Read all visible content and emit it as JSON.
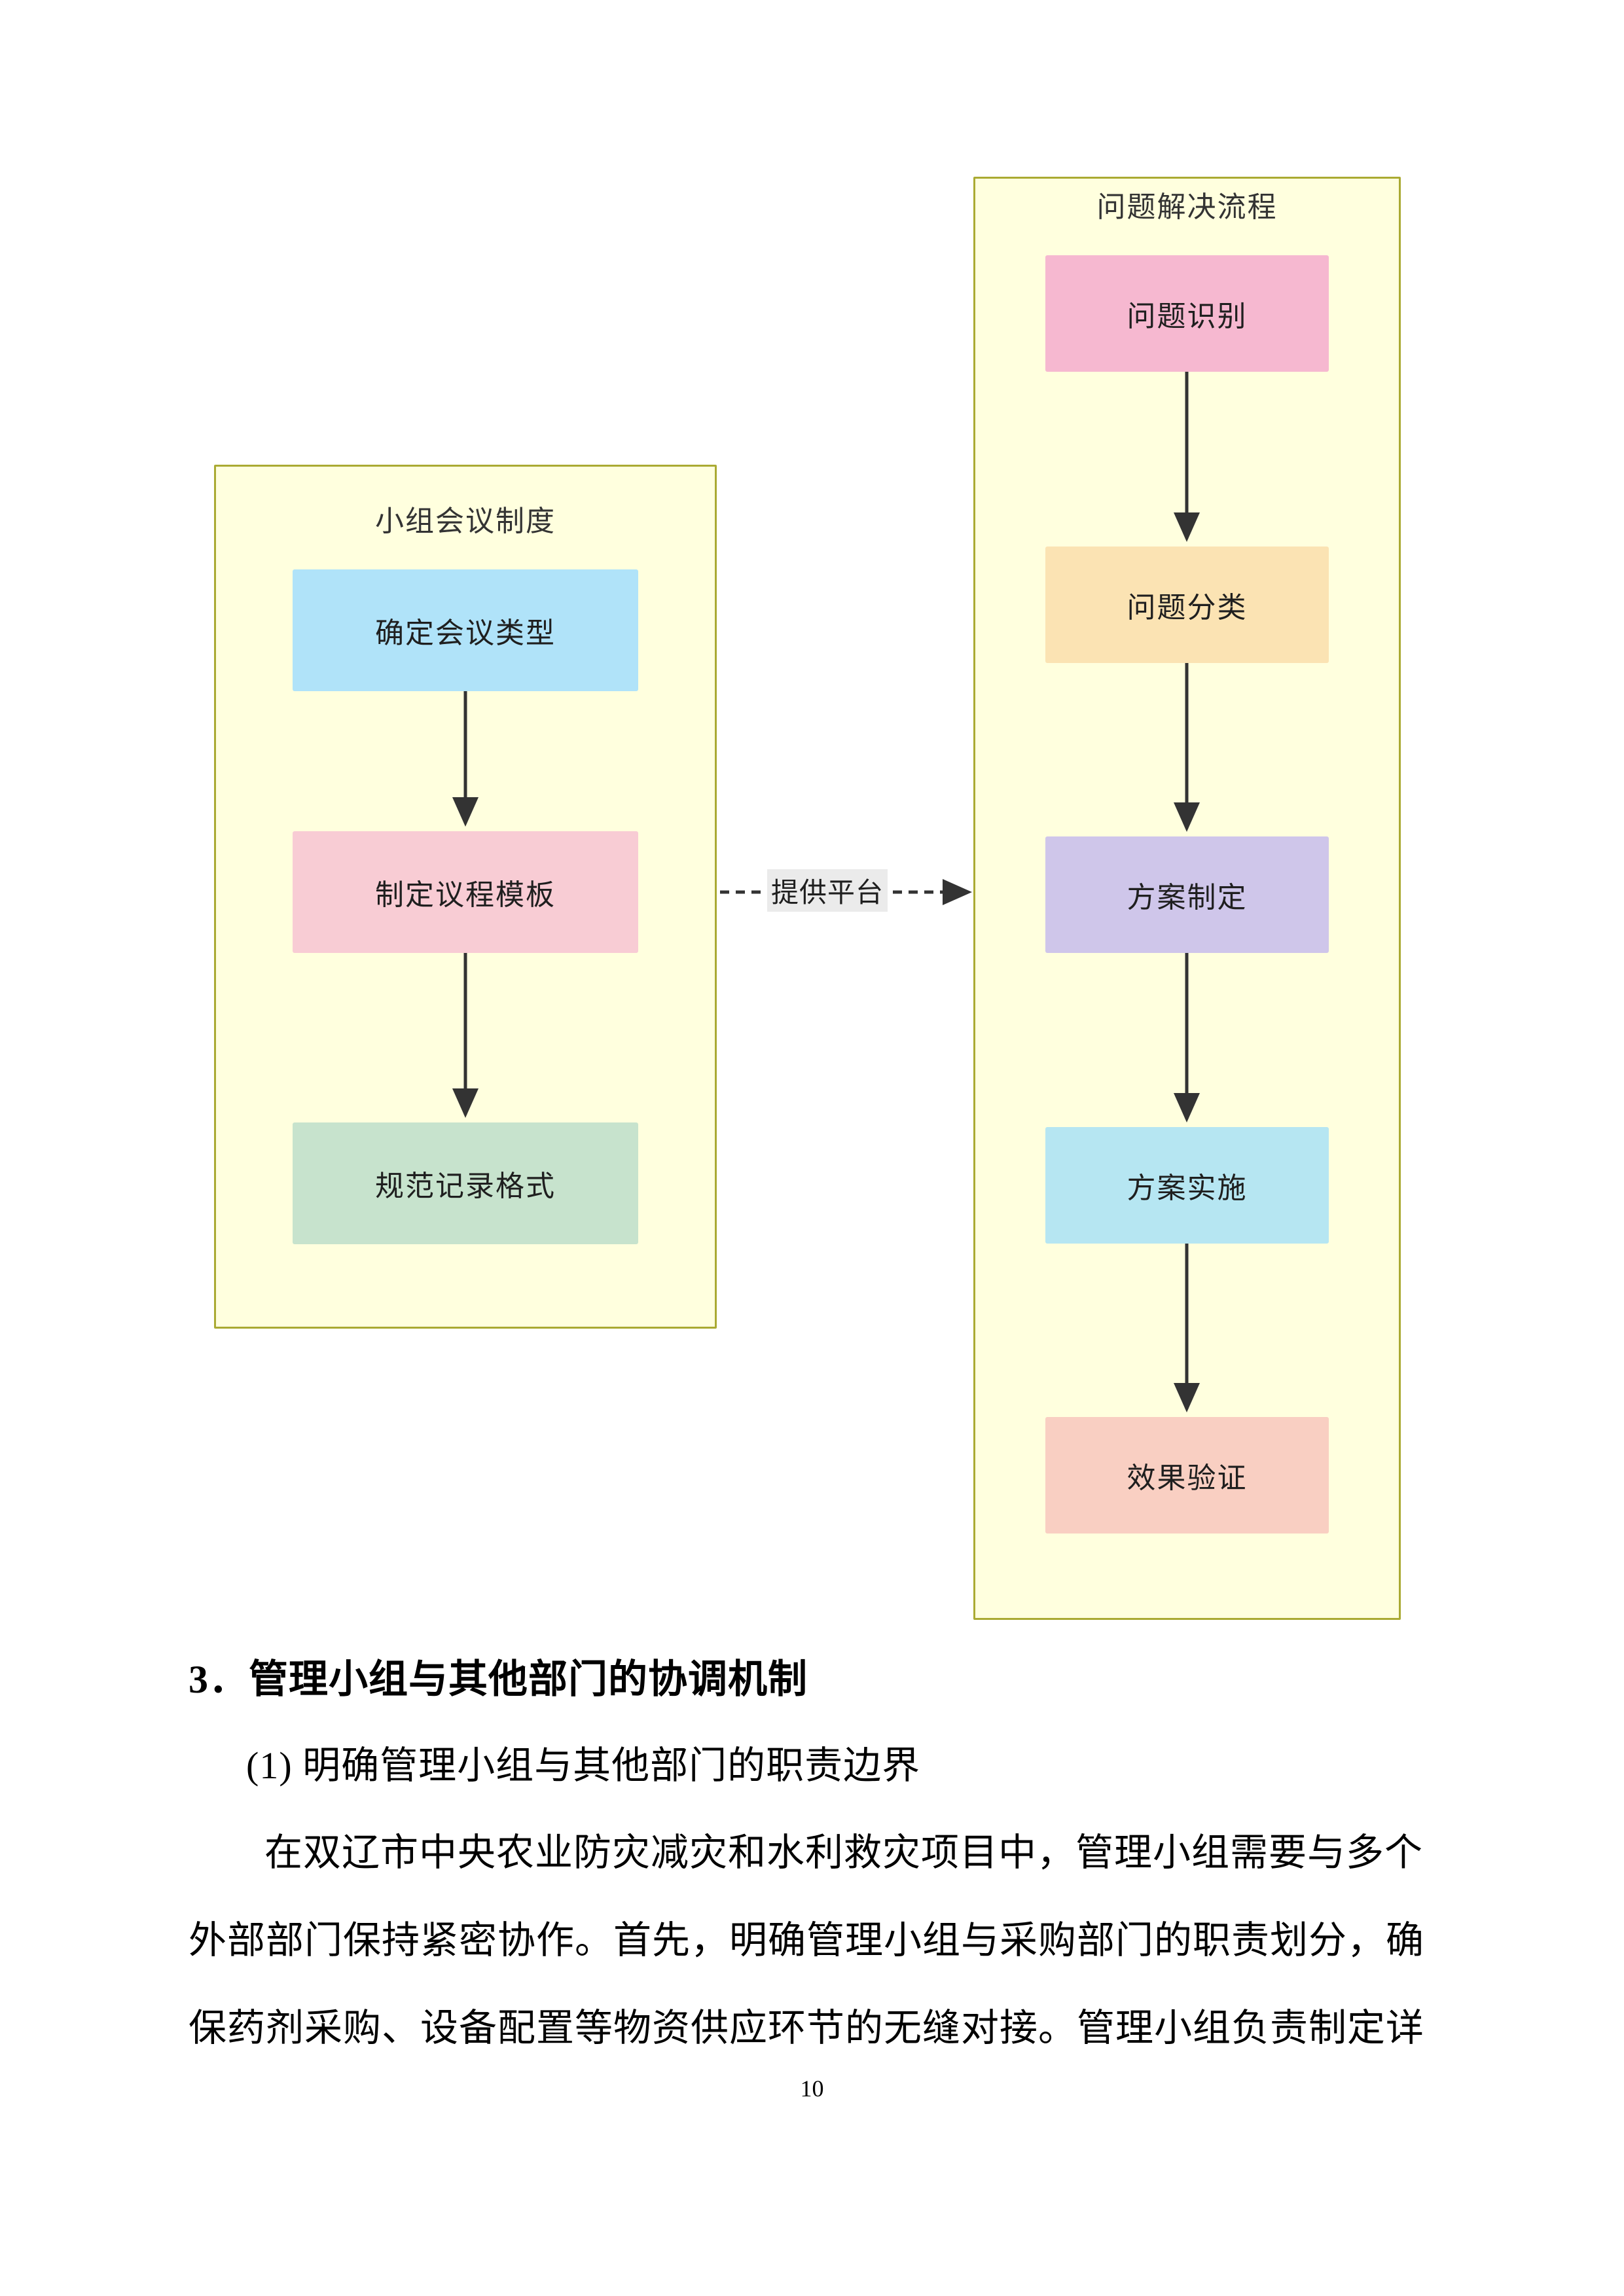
{
  "diagram": {
    "subgraphs": [
      {
        "id": "meeting-system",
        "title": "小组会议制度",
        "nodes": [
          {
            "label": "确定会议类型",
            "color": "#b0e3f9"
          },
          {
            "label": "制定议程模板",
            "color": "#f8ccd4"
          },
          {
            "label": "规范记录格式",
            "color": "#c7e3cd"
          }
        ]
      },
      {
        "id": "problem-resolution",
        "title": "问题解决流程",
        "nodes": [
          {
            "label": "问题识别",
            "color": "#f6b8d0"
          },
          {
            "label": "问题分类",
            "color": "#fbe3b3"
          },
          {
            "label": "方案制定",
            "color": "#cfc6ea"
          },
          {
            "label": "方案实施",
            "color": "#b6e6f2"
          },
          {
            "label": "效果验证",
            "color": "#f9cfc2"
          }
        ]
      }
    ],
    "cross_edge": {
      "label": "提供平台",
      "style": "dashed",
      "direction": "left-to-right"
    },
    "edge_color": "#333333",
    "container_fill": "#ffffde",
    "container_border": "#aaaa33"
  },
  "document": {
    "heading": "3．管理小组与其他部门的协调机制",
    "subheading": "(1) 明确管理小组与其他部门的职责边界",
    "paragraph_lines": [
      "在双辽市中央农业防灾减灾和水利救灾项目中，管理小组需要与多个",
      "外部部门保持紧密协作。首先，明确管理小组与采购部门的职责划分，确",
      "保药剂采购、设备配置等物资供应环节的无缝对接。管理小组负责制定详"
    ],
    "page_number": "10"
  }
}
